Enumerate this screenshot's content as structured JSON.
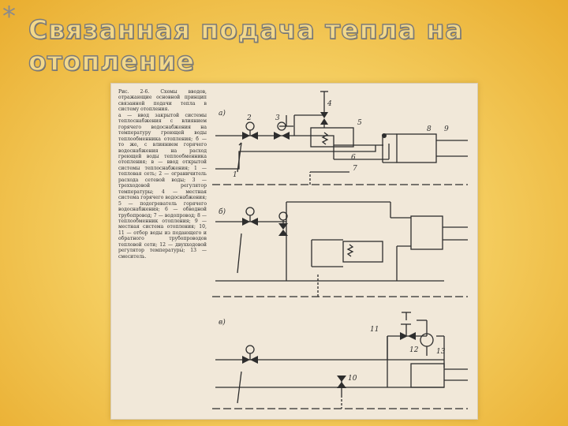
{
  "slide": {
    "bullet": "*",
    "title": "Связанная подача тепла на отопление"
  },
  "figure": {
    "caption": "Рис. 2-6. Схемы вводов, отражающие основной принцип связанной подачи тепла в систему отопления.\nа — ввод закрытой системы теплоснабжения с влиянием горячего водоснабжения на температуру греющей воды теплообменника отопления; б — то же, с влиянием горячего водоснабжения на расход греющей воды теплообменника отопления; в — ввод открытой системы теплоснабжения; 1 — тепловая сеть; 2 — ограничитель расхода сетевой воды; 3 — трехходовой регулятор температуры; 4 — местная система горячего водоснабжения; 5 — подогреватель горячего водоснабжения; 6 — обводной трубопровод; 7 — водопровод; 8 — теплообменник отопления; 9 — местная система отопления; 10, 11 — отбор воды из подающего и обратного трубопроводов тепловой сети; 12 — двухходовой регулятор температуры; 13 — смеситель.",
    "panel_labels": [
      "а)",
      "б)",
      "в)"
    ],
    "part_numbers": [
      "1",
      "2",
      "3",
      "4",
      "5",
      "6",
      "7",
      "8",
      "9",
      "10",
      "11",
      "12",
      "13"
    ]
  },
  "colors": {
    "background": "#f5cf62",
    "title_fill": "#f3d889",
    "title_outline": "#7a7a7a",
    "paper": "#f1e8d9",
    "ink": "#2d2d2d"
  }
}
